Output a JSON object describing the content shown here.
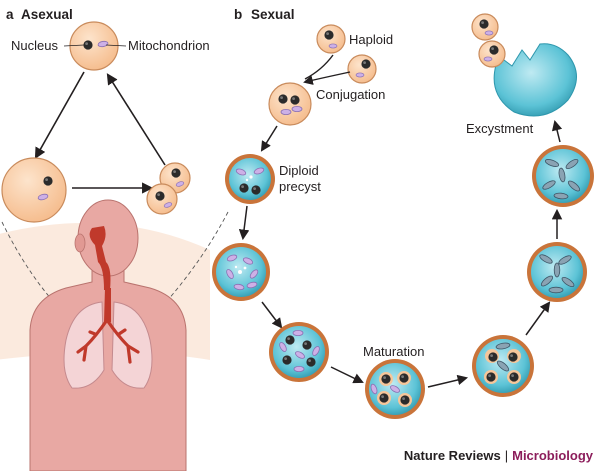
{
  "panel_a": {
    "letter": "a",
    "title": "Asexual"
  },
  "panel_b": {
    "letter": "b",
    "title": "Sexual"
  },
  "labels": {
    "nucleus": "Nucleus",
    "mitochondrion": "Mitochondrion",
    "haploid": "Haploid",
    "conjugation": "Conjugation",
    "diploid_line1": "Diploid",
    "diploid_line2": "precyst",
    "maturation": "Maturation",
    "excystment": "Excystment"
  },
  "footer": {
    "journal": "Nature Reviews",
    "separator": "|",
    "section": "Microbiology"
  },
  "colors": {
    "cell_fill": "#f9caa0",
    "cell_stroke": "#c98b5c",
    "nucleus": "#2b2b2b",
    "mitochondrion": "#cdb0e6",
    "cyst_fill": "#5cc3d6",
    "cyst_wall": "#c9743a",
    "body_skin": "#e8a8a3",
    "lung": "#f4d4d6",
    "airway": "#c0392b",
    "journal_accent": "#8c1d5b"
  }
}
